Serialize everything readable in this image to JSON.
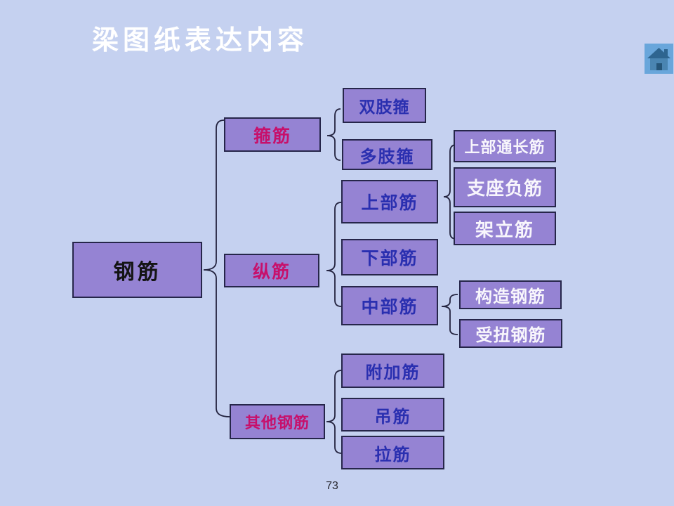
{
  "slide": {
    "title": "梁图纸表达内容",
    "page_number": "73",
    "background_color": "#c5d1f0"
  },
  "palette": {
    "box_fill": "#9583d3",
    "box_border": "#26264a",
    "brace_line": "#23233f",
    "title_color": "#ffffff",
    "text_black": "#141414",
    "text_crimson": "#c7106b",
    "text_blue": "#2a2fb0",
    "text_white": "#f8f6fc",
    "home_button_bg": "#69a6db",
    "home_house_color": "#2e6590"
  },
  "icons": {
    "home": "home-icon"
  },
  "nodes": [
    {
      "label": "钢筋",
      "level": 1,
      "text_color": "#141414"
    },
    {
      "label": "箍筋",
      "level": 2,
      "text_color": "#c7106b"
    },
    {
      "label": "纵筋",
      "level": 2,
      "text_color": "#c7106b"
    },
    {
      "label": "其他钢筋",
      "level": 2,
      "text_color": "#c7106b"
    },
    {
      "label": "双肢箍",
      "level": 3,
      "text_color": "#2a2fb0"
    },
    {
      "label": "多肢箍",
      "level": 3,
      "text_color": "#2a2fb0"
    },
    {
      "label": "上部筋",
      "level": 3,
      "text_color": "#2a2fb0"
    },
    {
      "label": "下部筋",
      "level": 3,
      "text_color": "#2a2fb0"
    },
    {
      "label": "中部筋",
      "level": 3,
      "text_color": "#2a2fb0"
    },
    {
      "label": "上部通长筋",
      "level": 4,
      "text_color": "#f8f6fc"
    },
    {
      "label": "支座负筋",
      "level": 4,
      "text_color": "#f8f6fc"
    },
    {
      "label": "架立筋",
      "level": 4,
      "text_color": "#f8f6fc"
    },
    {
      "label": "构造钢筋",
      "level": 4,
      "text_color": "#f8f6fc"
    },
    {
      "label": "受扭钢筋",
      "level": 4,
      "text_color": "#f8f6fc"
    },
    {
      "label": "附加筋",
      "level": 3,
      "text_color": "#2a2fb0"
    },
    {
      "label": "吊筋",
      "level": 3,
      "text_color": "#2a2fb0"
    },
    {
      "label": "拉筋",
      "level": 3,
      "text_color": "#2a2fb0"
    }
  ],
  "hierarchy": {
    "钢筋": [
      "箍筋",
      "纵筋",
      "其他钢筋"
    ],
    "箍筋": [
      "双肢箍",
      "多肢箍"
    ],
    "纵筋": [
      "上部筋",
      "下部筋",
      "中部筋"
    ],
    "上部筋": [
      "上部通长筋",
      "支座负筋",
      "架立筋"
    ],
    "中部筋": [
      "构造钢筋",
      "受扭钢筋"
    ],
    "其他钢筋": [
      "附加筋",
      "吊筋",
      "拉筋"
    ]
  }
}
